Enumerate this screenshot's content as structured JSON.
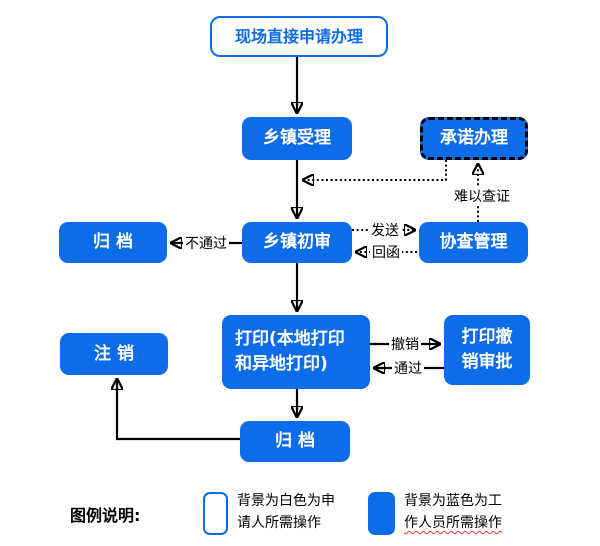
{
  "colors": {
    "primary_blue": "#0d6ce8",
    "line_black": "#000000",
    "spellcheck_red": "#e03a2f"
  },
  "flowchart": {
    "nodes": {
      "apply": {
        "label": "现场直接申请办理",
        "style": "white"
      },
      "accept": {
        "label": "乡镇受理",
        "style": "blue"
      },
      "promise": {
        "label": "承诺办理",
        "style": "blue-dashed"
      },
      "archive_top": {
        "label": "归 档",
        "style": "blue"
      },
      "review": {
        "label": "乡镇初审",
        "style": "blue"
      },
      "assist": {
        "label": "协查管理",
        "style": "blue"
      },
      "print": {
        "lines": [
          "打印(本地打印",
          "和异地打印)"
        ],
        "style": "blue"
      },
      "print_revoke": {
        "lines": [
          "打印撤",
          "销审批"
        ],
        "style": "blue"
      },
      "cancel": {
        "label": "注 销",
        "style": "blue"
      },
      "archive_bottom": {
        "label": "归 档",
        "style": "blue"
      }
    },
    "edge_labels": {
      "hard_to_verify": "难以查证",
      "send": "发送",
      "reply": "回函",
      "reject": "不通过",
      "revoke": "撤销",
      "approve": "通过"
    }
  },
  "legend": {
    "title": "图例说明:",
    "white_item_lines": [
      "背景为白色为申",
      "请人所需操作"
    ],
    "blue_item_lines": [
      "背景为蓝色为工",
      "作人员所需操作"
    ]
  }
}
